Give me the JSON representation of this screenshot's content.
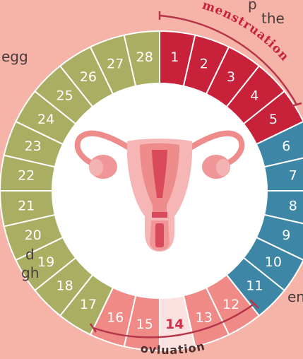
{
  "fragments": {
    "top_right_a": "p",
    "top_right_b": "the",
    "left_egg": "egg",
    "left_d": "d",
    "left_gh": "gh",
    "right_en": "en"
  },
  "phases": {
    "menstruation": "menstruation",
    "ovulation": "ovluation"
  },
  "colors": {
    "background": "#f6b3a8",
    "menstruation": "#c8213a",
    "follicular": "#3d86a6",
    "ovulation": "#f08a86",
    "ovulation_peak": "#fbe2e0",
    "peak_text": "#d0304a",
    "luteal": "#a9ae62",
    "center": "#ffffff",
    "bracket": "#b5364a"
  },
  "days": [
    {
      "label": "1",
      "phase": "menstruation"
    },
    {
      "label": "2",
      "phase": "menstruation"
    },
    {
      "label": "3",
      "phase": "menstruation"
    },
    {
      "label": "4",
      "phase": "menstruation"
    },
    {
      "label": "5",
      "phase": "menstruation"
    },
    {
      "label": "6",
      "phase": "follicular"
    },
    {
      "label": "7",
      "phase": "follicular"
    },
    {
      "label": "8",
      "phase": "follicular"
    },
    {
      "label": "9",
      "phase": "follicular"
    },
    {
      "label": "10",
      "phase": "follicular"
    },
    {
      "label": "11",
      "phase": "follicular"
    },
    {
      "label": "12",
      "phase": "ovulation"
    },
    {
      "label": "13",
      "phase": "ovulation"
    },
    {
      "label": "14",
      "phase": "ovulation_peak"
    },
    {
      "label": "15",
      "phase": "ovulation"
    },
    {
      "label": "16",
      "phase": "ovulation"
    },
    {
      "label": "17",
      "phase": "luteal"
    },
    {
      "label": "18",
      "phase": "luteal"
    },
    {
      "label": "19",
      "phase": "luteal"
    },
    {
      "label": "20",
      "phase": "luteal"
    },
    {
      "label": "21",
      "phase": "luteal"
    },
    {
      "label": "22",
      "phase": "luteal"
    },
    {
      "label": "23",
      "phase": "luteal"
    },
    {
      "label": "24",
      "phase": "luteal"
    },
    {
      "label": "25",
      "phase": "luteal"
    },
    {
      "label": "26",
      "phase": "luteal"
    },
    {
      "label": "27",
      "phase": "luteal"
    },
    {
      "label": "28",
      "phase": "luteal"
    }
  ],
  "icon": "uterus-icon"
}
